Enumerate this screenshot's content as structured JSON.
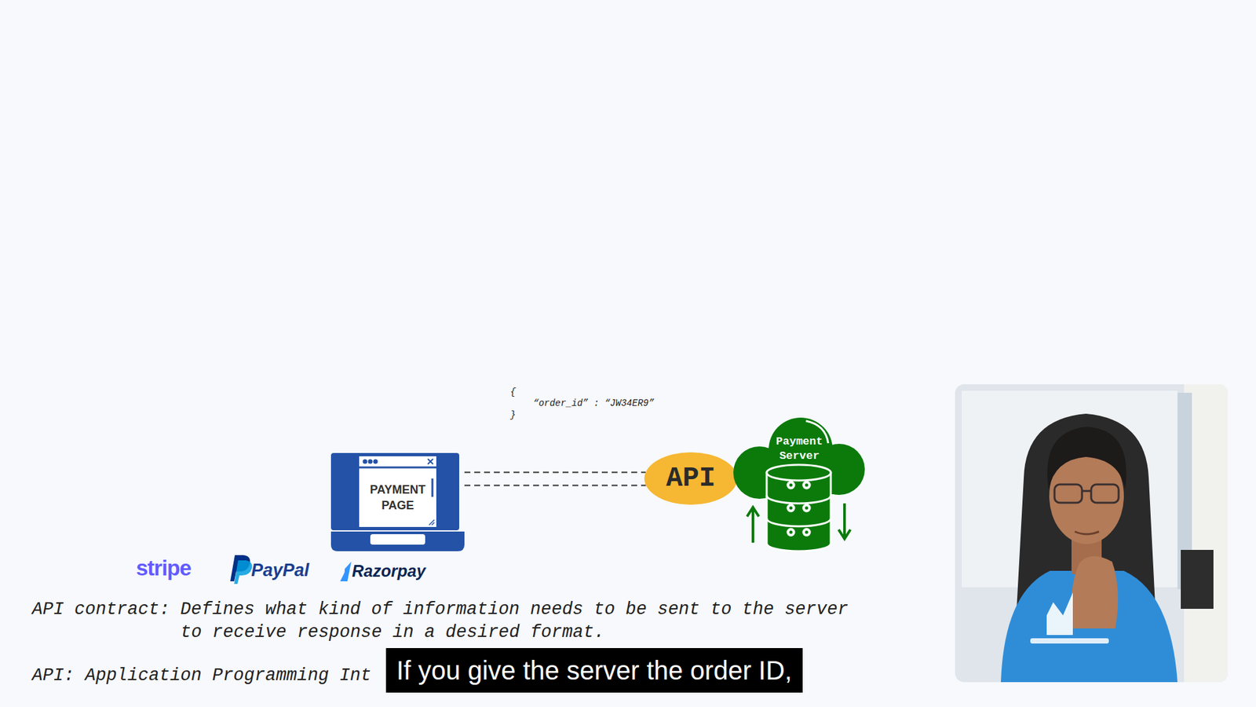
{
  "diagram": {
    "nodes": [
      {
        "text": [
          "PAYMENT PAGE"
        ]
      },
      {
        "text": [
          "API"
        ]
      },
      {
        "text": [
          "Payment Server"
        ]
      }
    ],
    "edges": [
      {
        "from": 0,
        "to": 1,
        "arrow": "none"
      }
    ],
    "labels": [
      "{",
      "“order_id” : “JW34ER9”",
      "}",
      "stripe",
      "PayPal",
      "Razorpay",
      "API contract: Defines what kind of information needs to be sent to the server to receive response in a desired format.",
      "API: Application Programming Int",
      "If you give the server the order ID,"
    ]
  }
}
